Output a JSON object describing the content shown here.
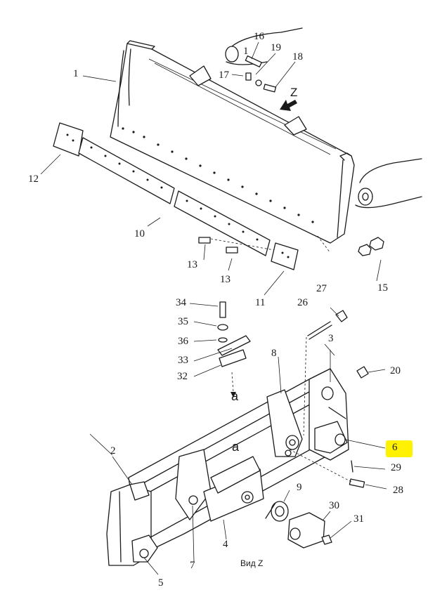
{
  "callouts": [
    {
      "id": "p1",
      "text": "1"
    },
    {
      "id": "p2",
      "text": "2"
    },
    {
      "id": "p3",
      "text": "3"
    },
    {
      "id": "p4",
      "text": "4"
    },
    {
      "id": "p5",
      "text": "5"
    },
    {
      "id": "p6",
      "text": "6",
      "highlight": true
    },
    {
      "id": "p7",
      "text": "7"
    },
    {
      "id": "p8",
      "text": "8"
    },
    {
      "id": "p9",
      "text": "9"
    },
    {
      "id": "p10",
      "text": "10"
    },
    {
      "id": "p11",
      "text": "11"
    },
    {
      "id": "p12",
      "text": "12"
    },
    {
      "id": "p13a",
      "text": "13"
    },
    {
      "id": "p13b",
      "text": "13"
    },
    {
      "id": "p15",
      "text": "15"
    },
    {
      "id": "p16",
      "text": "16"
    },
    {
      "id": "p17",
      "text": "17"
    },
    {
      "id": "p18",
      "text": "18"
    },
    {
      "id": "p19",
      "text": "19"
    },
    {
      "id": "p1b",
      "text": "1"
    },
    {
      "id": "p20",
      "text": "20"
    },
    {
      "id": "p26",
      "text": "26"
    },
    {
      "id": "p27",
      "text": "27"
    },
    {
      "id": "p28",
      "text": "28"
    },
    {
      "id": "p29",
      "text": "29"
    },
    {
      "id": "p30",
      "text": "30"
    },
    {
      "id": "p31",
      "text": "31"
    },
    {
      "id": "p32",
      "text": "32"
    },
    {
      "id": "p33",
      "text": "33"
    },
    {
      "id": "p34",
      "text": "34"
    },
    {
      "id": "p35",
      "text": "35"
    },
    {
      "id": "p36",
      "text": "36"
    }
  ],
  "view_label": "Вид Z",
  "direction_label": "Z",
  "section_labels": {
    "top": "a",
    "bottom": "a"
  },
  "highlight_color": "#fff200",
  "line_color": "#1a1a1a"
}
